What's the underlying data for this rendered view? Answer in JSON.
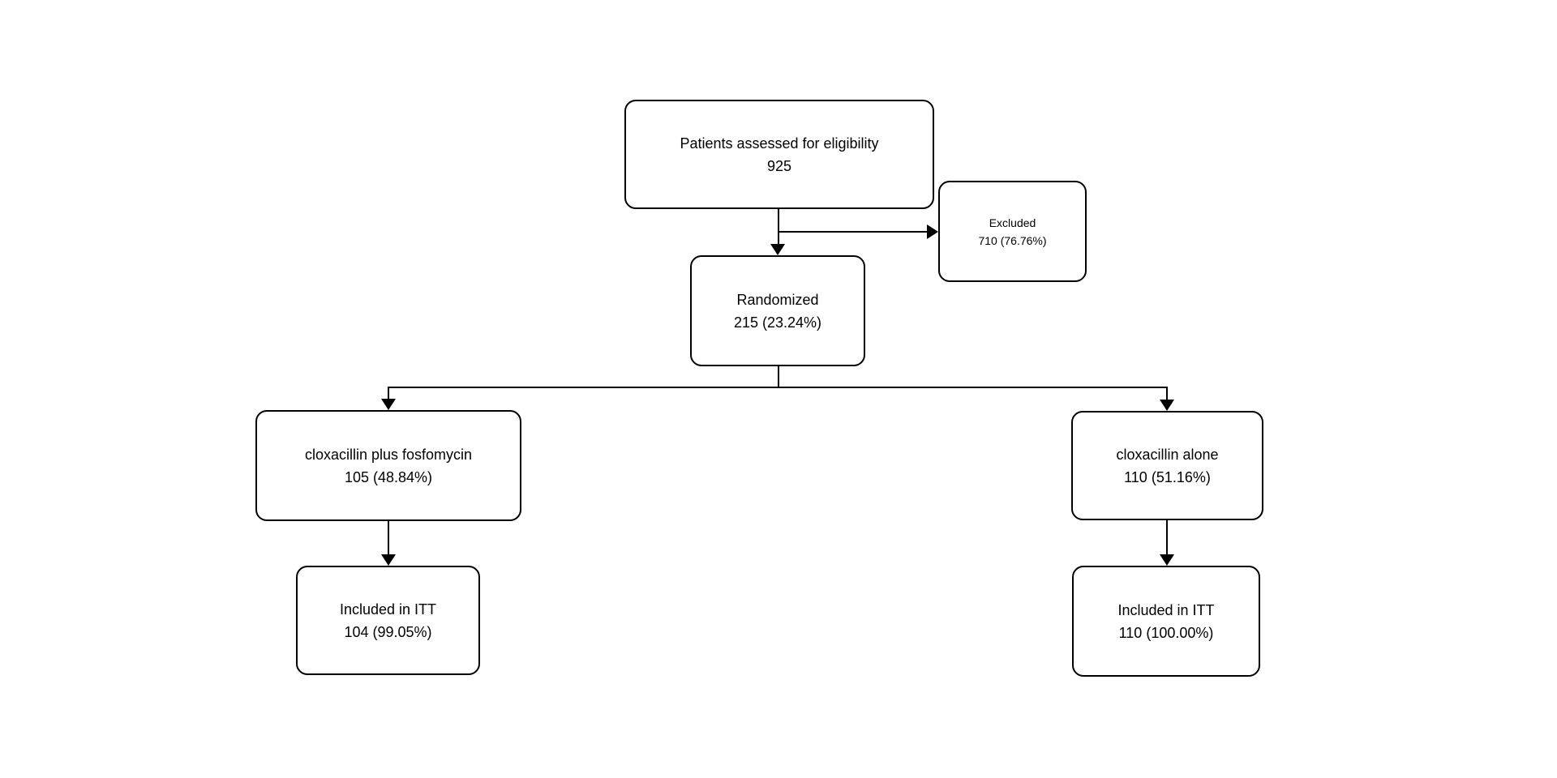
{
  "diagram": {
    "type": "consort-flowchart",
    "colors": {
      "background": "#ffffff",
      "box_border": "#000000",
      "text": "#000000",
      "line": "#000000"
    },
    "nodes": {
      "eligibility": {
        "label": "Patients assessed for eligibility",
        "value": "925"
      },
      "excluded": {
        "label": "Excluded",
        "value": "710 (76.76%)"
      },
      "randomized": {
        "label": "Randomized",
        "value": "215 (23.24%)"
      },
      "arm_fosfomycin": {
        "label": "cloxacillin plus fosfomycin",
        "value": "105 (48.84%)"
      },
      "arm_alone": {
        "label": "cloxacillin alone",
        "value": "110 (51.16%)"
      },
      "itt_fosfomycin": {
        "label": "Included in ITT",
        "value": "104 (99.05%)"
      },
      "itt_alone": {
        "label": "Included in ITT",
        "value": "110 (100.00%)"
      }
    },
    "edges": [
      {
        "from": "eligibility",
        "to": "randomized",
        "direction": "down"
      },
      {
        "from": "eligibility",
        "to": "excluded",
        "direction": "right"
      },
      {
        "from": "randomized",
        "to": "arm_fosfomycin",
        "direction": "down"
      },
      {
        "from": "randomized",
        "to": "arm_alone",
        "direction": "down"
      },
      {
        "from": "arm_fosfomycin",
        "to": "itt_fosfomycin",
        "direction": "down"
      },
      {
        "from": "arm_alone",
        "to": "itt_alone",
        "direction": "down"
      }
    ]
  }
}
